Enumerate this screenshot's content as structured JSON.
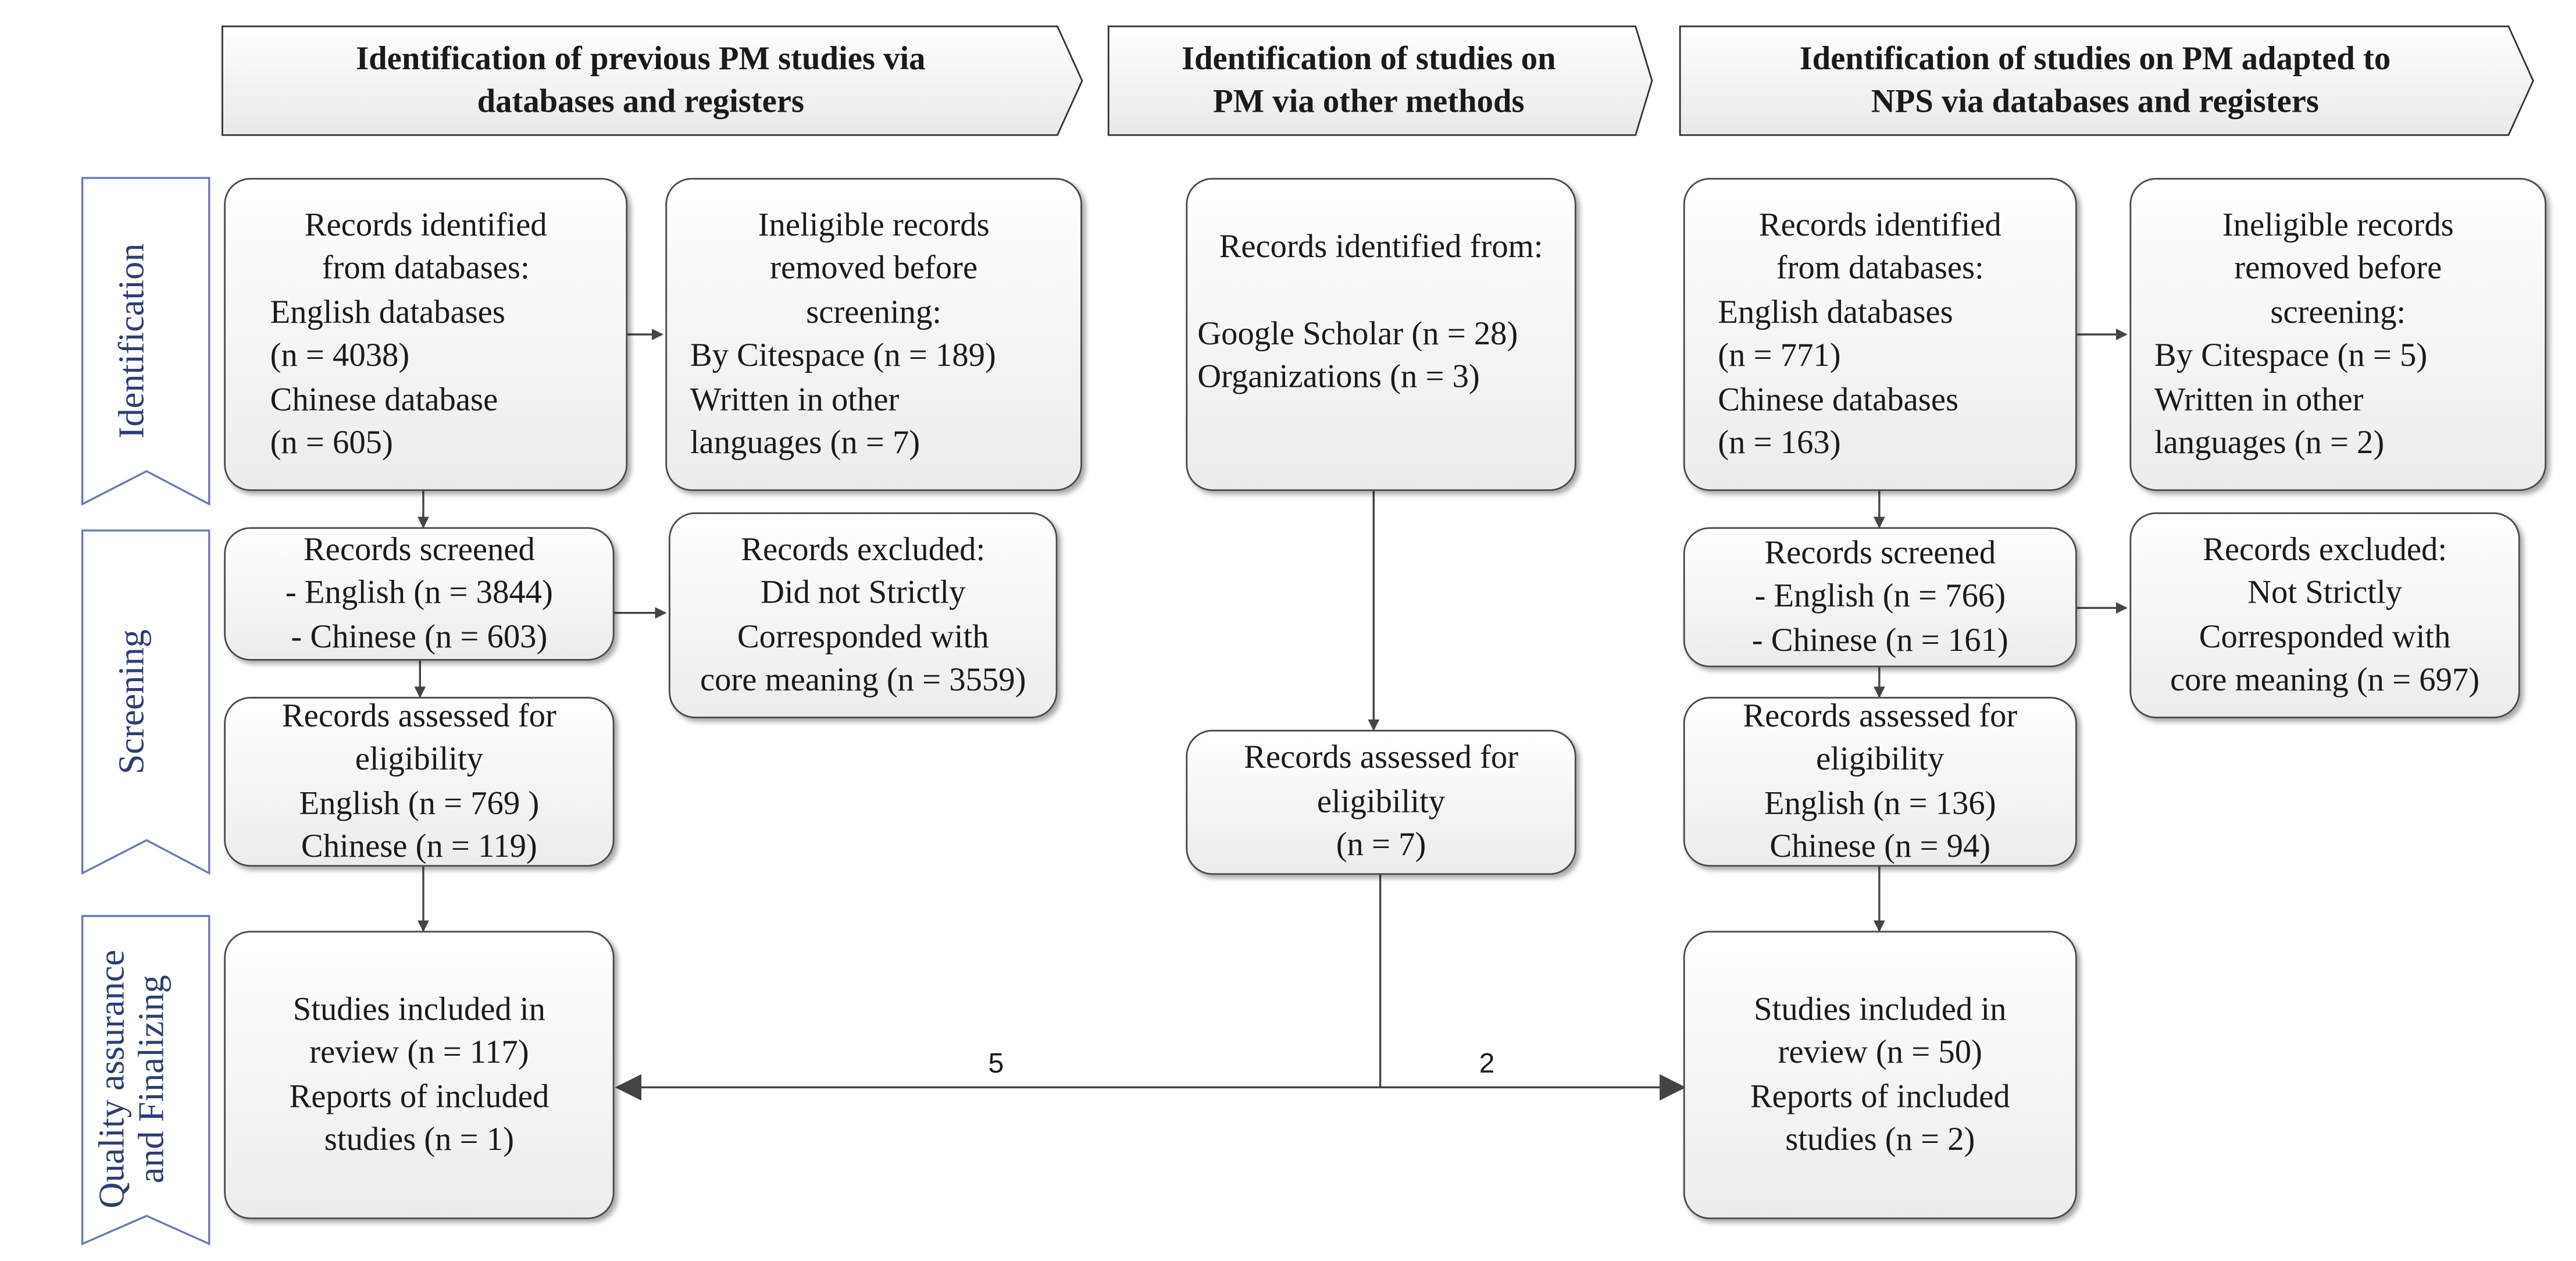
{
  "headers": {
    "left": [
      "Identification of previous PM studies via",
      "databases and registers"
    ],
    "middle": [
      "Identification of studies on",
      "PM via other methods"
    ],
    "right": [
      "Identification of studies on PM adapted to",
      "NPS via databases and registers"
    ]
  },
  "stages": {
    "identification": "Identification",
    "screening": "Screening",
    "quality": [
      "Quality assurance",
      "and Finalizing"
    ]
  },
  "left": {
    "identified": [
      "Records identified",
      "from databases:",
      "English databases",
      "(n = 4038)",
      "Chinese database",
      "(n = 605)"
    ],
    "ineligible": [
      "Ineligible records",
      "removed before",
      "screening:",
      "By Citespace (n = 189)",
      "Written in other",
      "languages (n = 7)"
    ],
    "screened": [
      "Records screened",
      "- English (n = 3844)",
      "- Chinese (n = 603)"
    ],
    "excluded": [
      "Records excluded:",
      "Did not Strictly",
      "Corresponded with",
      "core meaning (n = 3559)"
    ],
    "assessed": [
      "Records assessed for",
      "eligibility",
      "English (n = 769 )",
      "Chinese (n = 119)"
    ],
    "included": [
      "Studies included in",
      "review (n = 117)",
      "Reports of included",
      "studies (n = 1)"
    ]
  },
  "middle": {
    "identified": [
      "Records identified from:",
      "",
      "Google Scholar (n = 28)",
      "Organizations (n = 3)"
    ],
    "assessed": [
      "Records assessed for",
      "eligibility",
      "(n = 7)"
    ]
  },
  "right": {
    "identified": [
      "Records identified",
      "from databases:",
      "English databases",
      "(n = 771)",
      "Chinese databases",
      "(n = 163)"
    ],
    "ineligible": [
      "Ineligible records",
      "removed before",
      "screening:",
      "By Citespace (n = 5)",
      "Written in other",
      "languages (n = 2)"
    ],
    "screened": [
      "Records screened",
      "- English (n = 766)",
      "- Chinese (n = 161)"
    ],
    "excluded": [
      "Records excluded:",
      "Not Strictly",
      "Corresponded with",
      "core meaning (n = 697)"
    ],
    "assessed": [
      "Records assessed for",
      "eligibility",
      "English (n = 136)",
      "Chinese (n = 94)"
    ],
    "included": [
      "Studies included in",
      "review (n = 50)",
      "Reports of included",
      "studies (n = 2)"
    ]
  },
  "flow_counts": {
    "to_left": "5",
    "to_right": "2"
  }
}
